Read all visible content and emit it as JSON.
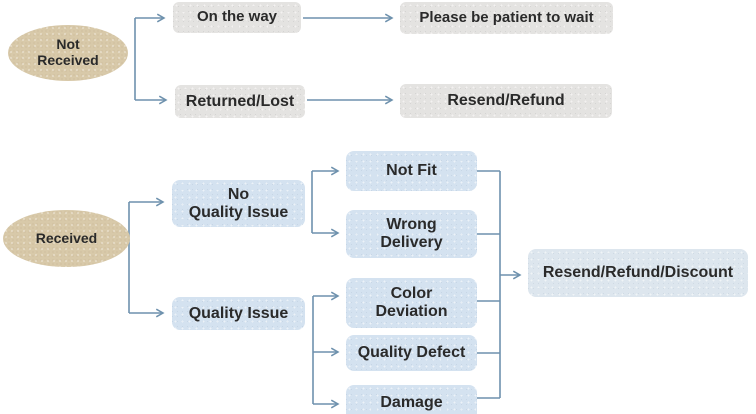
{
  "diagram": {
    "title": "Order issue resolution flowchart",
    "colors": {
      "background": "#ffffff",
      "ellipse_fill": "#d8c9a9",
      "gray_box_fill": "#e4e3e1",
      "blue_box_fill": "#d4e2f0",
      "result_box_fill": "#dde6ee",
      "connector": "#6e91ad",
      "text": "#2a2a2a"
    },
    "nodes": {
      "not_received": {
        "label": "Not\nReceived"
      },
      "on_the_way": {
        "label": "On the way"
      },
      "please_wait": {
        "label": "Please be patient to wait"
      },
      "returned_lost": {
        "label": "Returned/Lost"
      },
      "resend_refund": {
        "label": "Resend/Refund"
      },
      "received": {
        "label": "Received"
      },
      "no_quality_issue": {
        "label": "No\nQuality Issue"
      },
      "quality_issue": {
        "label": "Quality Issue"
      },
      "not_fit": {
        "label": "Not Fit"
      },
      "wrong_delivery": {
        "label": "Wrong\nDelivery"
      },
      "color_deviation": {
        "label": "Color\nDeviation"
      },
      "quality_defect": {
        "label": "Quality Defect"
      },
      "damage": {
        "label": "Damage"
      },
      "resend_refund_discount": {
        "label": "Resend/Refund/Discount"
      }
    },
    "edges": [
      "not_received -> on_the_way",
      "not_received -> returned_lost",
      "on_the_way -> please_wait",
      "returned_lost -> resend_refund",
      "received -> no_quality_issue",
      "received -> quality_issue",
      "no_quality_issue -> not_fit",
      "no_quality_issue -> wrong_delivery",
      "quality_issue -> color_deviation",
      "quality_issue -> quality_defect",
      "quality_issue -> damage",
      "not_fit -> resend_refund_discount",
      "wrong_delivery -> resend_refund_discount",
      "color_deviation -> resend_refund_discount",
      "quality_defect -> resend_refund_discount",
      "damage -> resend_refund_discount"
    ]
  }
}
